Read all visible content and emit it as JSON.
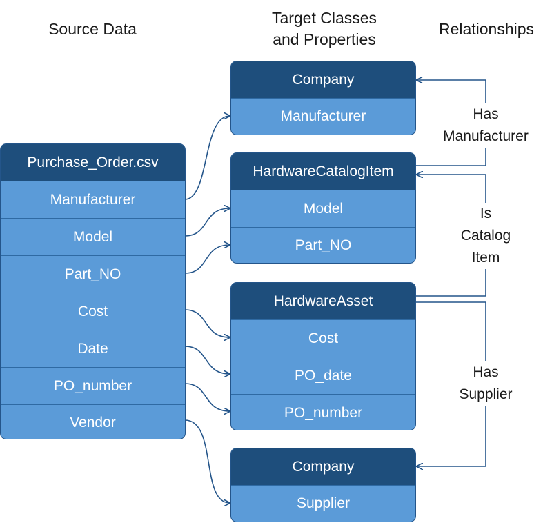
{
  "headers": {
    "source": "Source Data",
    "target": "Target Classes\nand Properties",
    "relationships": "Relationships"
  },
  "source_table": {
    "title": "Purchase_Order.csv",
    "fields": [
      "Manufacturer",
      "Model",
      "Part_NO",
      "Cost",
      "Date",
      "PO_number",
      "Vendor"
    ]
  },
  "target_classes": [
    {
      "title": "Company",
      "properties": [
        "Manufacturer"
      ]
    },
    {
      "title": "HardwareCatalogItem",
      "properties": [
        "Model",
        "Part_NO"
      ]
    },
    {
      "title": "HardwareAsset",
      "properties": [
        "Cost",
        "PO_date",
        "PO_number"
      ]
    },
    {
      "title": "Company",
      "properties": [
        "Supplier"
      ]
    }
  ],
  "relationships": [
    {
      "label": "Has\nManufacturer"
    },
    {
      "label": "Is\nCatalog\nItem"
    },
    {
      "label": "Has\nSupplier"
    }
  ],
  "colors": {
    "header_fill": "#1e4e7c",
    "row_fill": "#5b9bd8",
    "connector": "#24558a"
  }
}
